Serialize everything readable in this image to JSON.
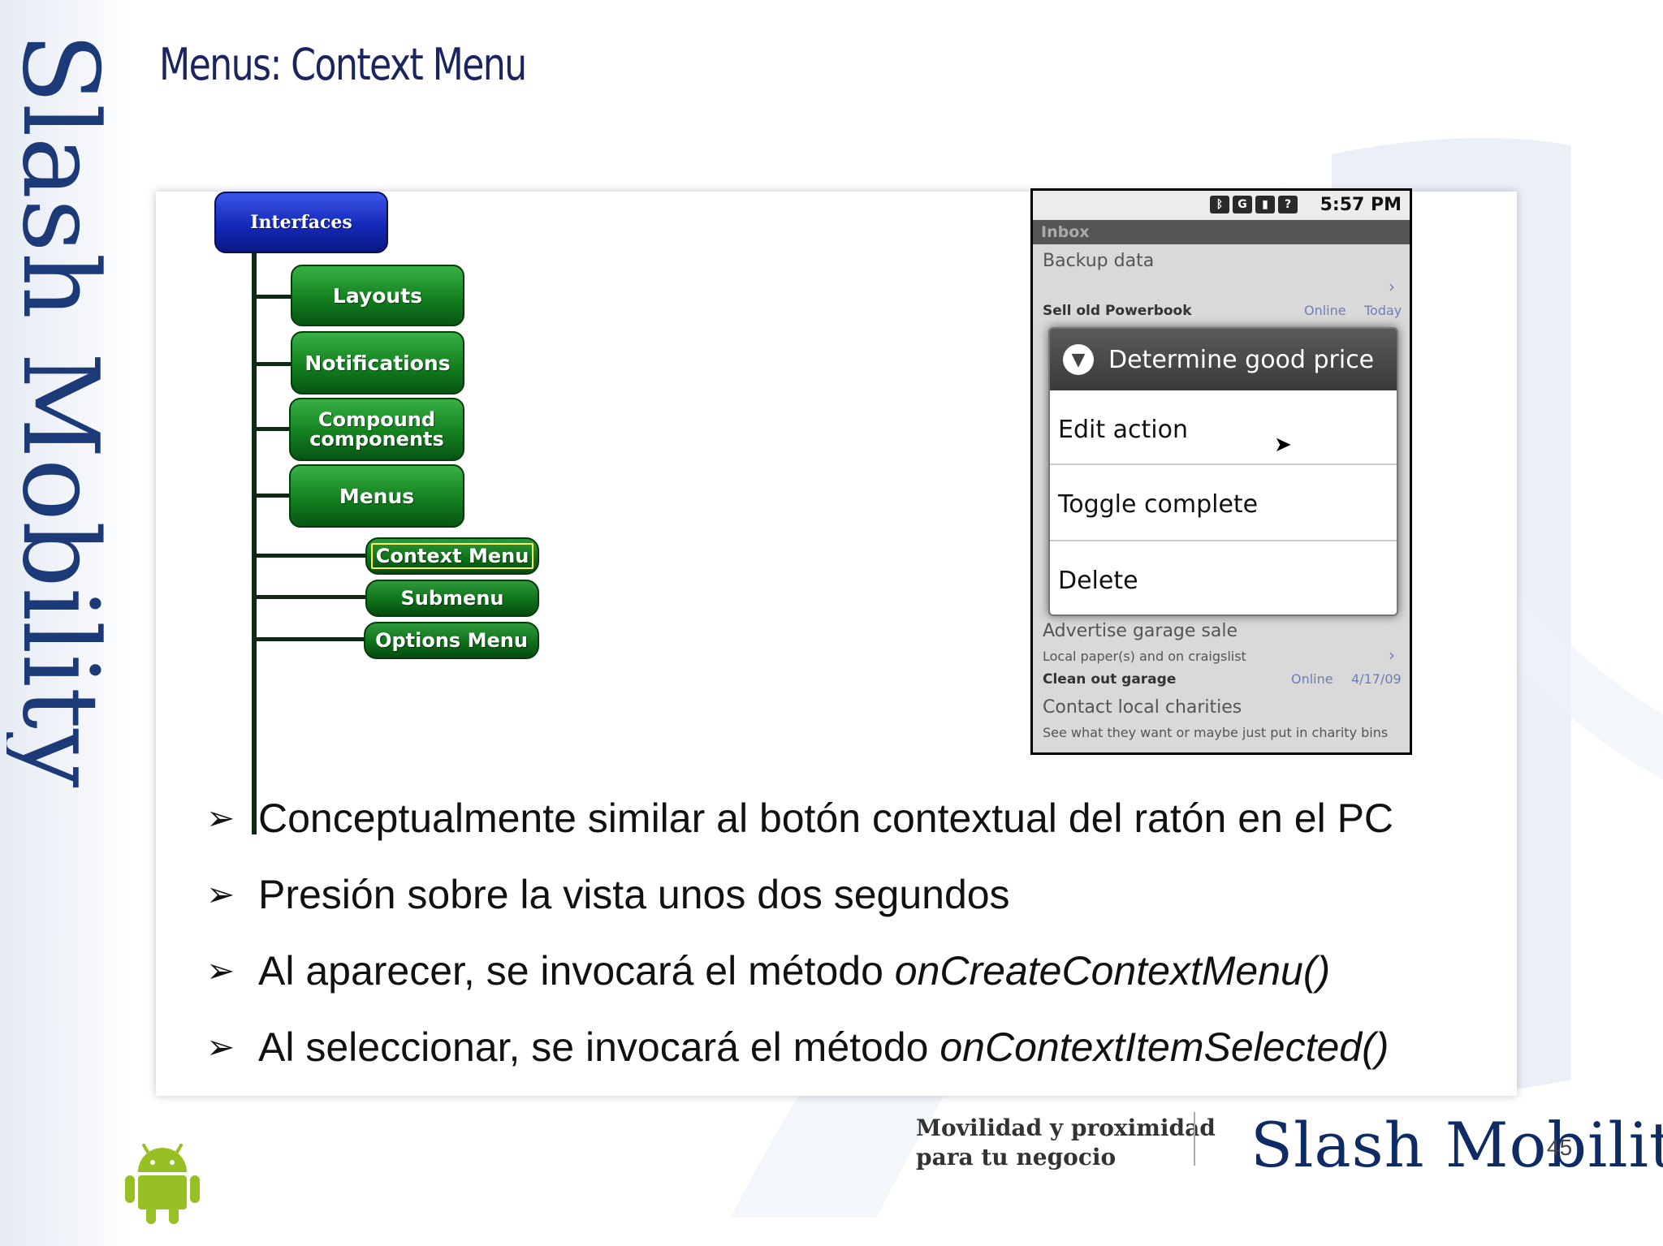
{
  "brand": {
    "side_text": "Slash Mobility",
    "footer_name": "Slash Mobility",
    "tagline_line1": "Movilidad y proximidad",
    "tagline_line2": "para tu negocio"
  },
  "slide": {
    "title": "Menus: Context Menu",
    "page_number": "45"
  },
  "tree": {
    "root": "Interfaces",
    "children": [
      "Layouts",
      "Notifications",
      "Compound components",
      "Menus"
    ],
    "menu_children": [
      "Context Menu",
      "Submenu",
      "Options Menu"
    ],
    "selected": "Context Menu"
  },
  "phone": {
    "status_time": "5:57 PM",
    "inbox_label": "Inbox",
    "list": {
      "backup": "Backup data",
      "sell": "Sell old Powerbook",
      "sell_status": "Online",
      "sell_date": "Today",
      "advertise": "Advertise garage sale",
      "advertise_sub": "Local paper(s) and on craigslist",
      "clean": "Clean out garage",
      "clean_status": "Online",
      "clean_date": "4/17/09",
      "contact": "Contact local charities",
      "contact_sub": "See what they want or maybe just put in charity bins"
    },
    "context_menu": {
      "header": "Determine good price",
      "items": [
        "Edit action",
        "Toggle complete",
        "Delete"
      ]
    }
  },
  "bullets": [
    {
      "text": "Conceptualmente similar al botón contextual del ratón en el PC",
      "code": ""
    },
    {
      "text": "Presión sobre la vista unos dos segundos",
      "code": ""
    },
    {
      "text": "Al aparecer, se invocará el método ",
      "code": "onCreateContextMenu()"
    },
    {
      "text": "Al seleccionar, se invocará el método ",
      "code": "onContextItemSelected()"
    }
  ],
  "colors": {
    "title": "#1a2560",
    "brand_blue": "#0f2b66",
    "node_blue": "#1529b8",
    "node_green": "#13811f",
    "android_green": "#97c024"
  }
}
